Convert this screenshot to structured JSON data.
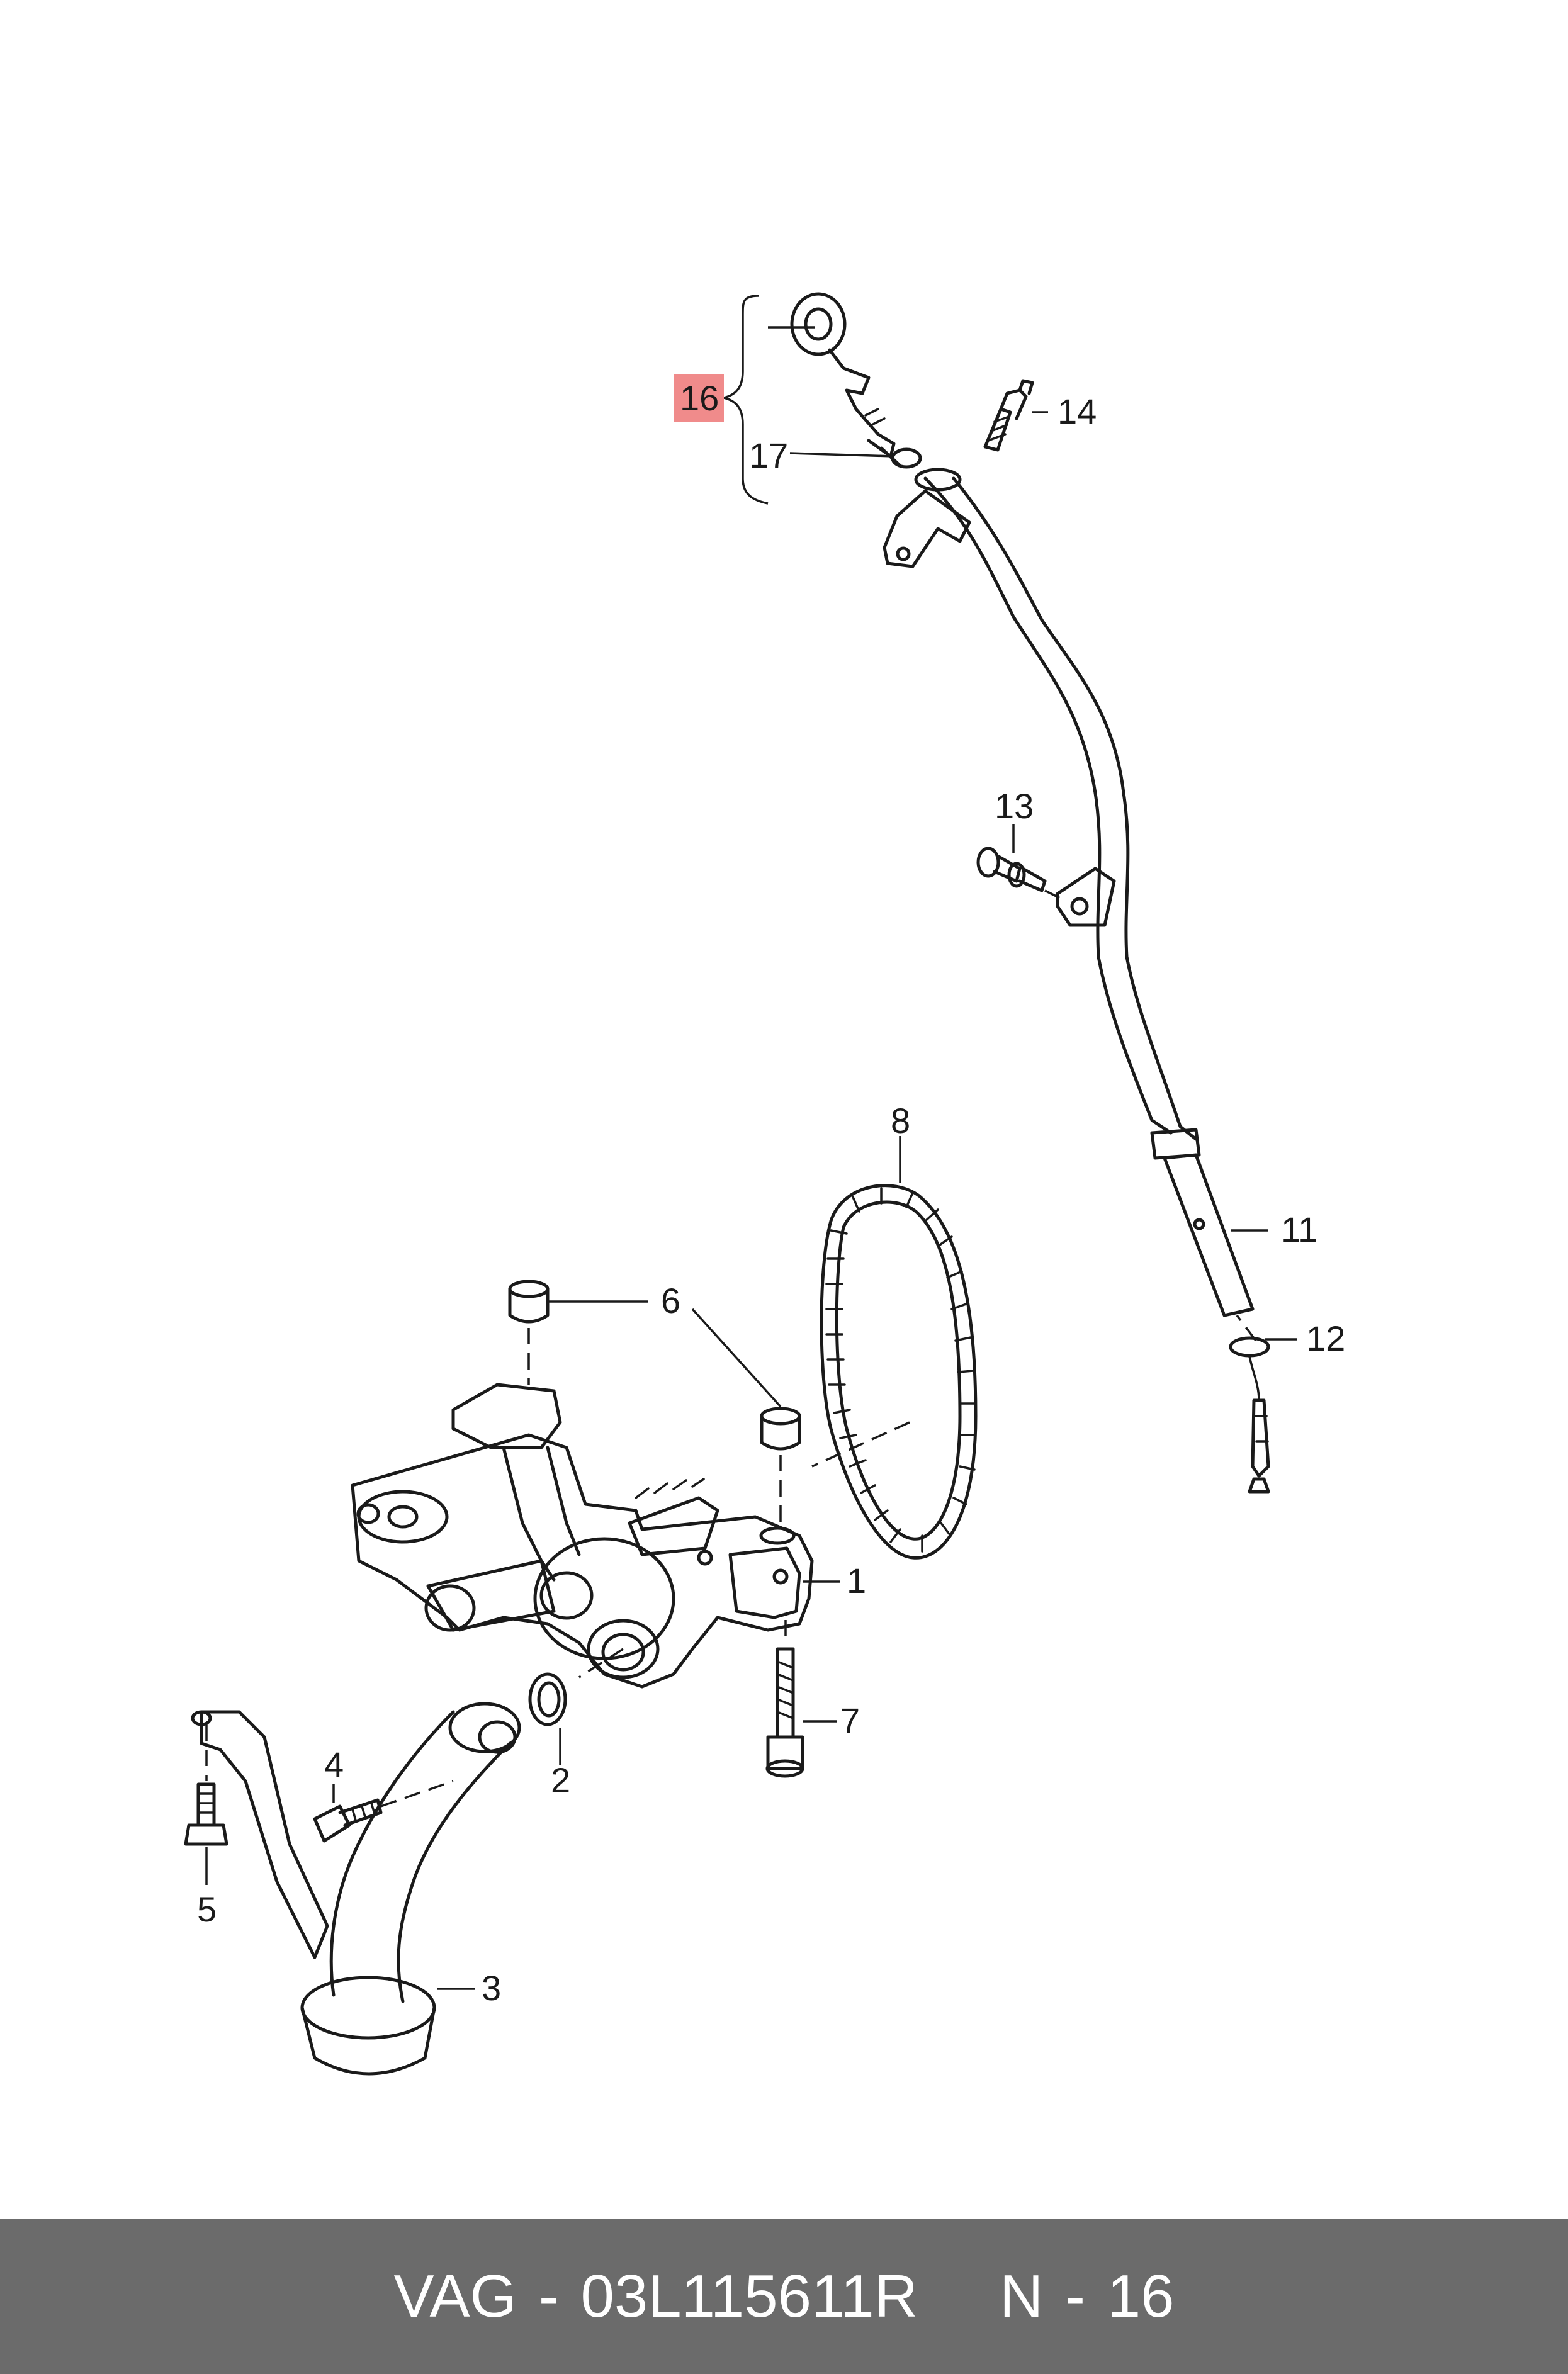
{
  "callouts": {
    "c1": "1",
    "c2": "2",
    "c3": "3",
    "c4": "4",
    "c5": "5",
    "c6": "6",
    "c7": "7",
    "c8": "8",
    "c11": "11",
    "c12": "12",
    "c13": "13",
    "c14": "14",
    "c16": "16",
    "c17": "17"
  },
  "highlight_color": "#f08b8b",
  "footer": {
    "part_number": "VAG - 03L115611R",
    "page_ref": "N - 16"
  }
}
